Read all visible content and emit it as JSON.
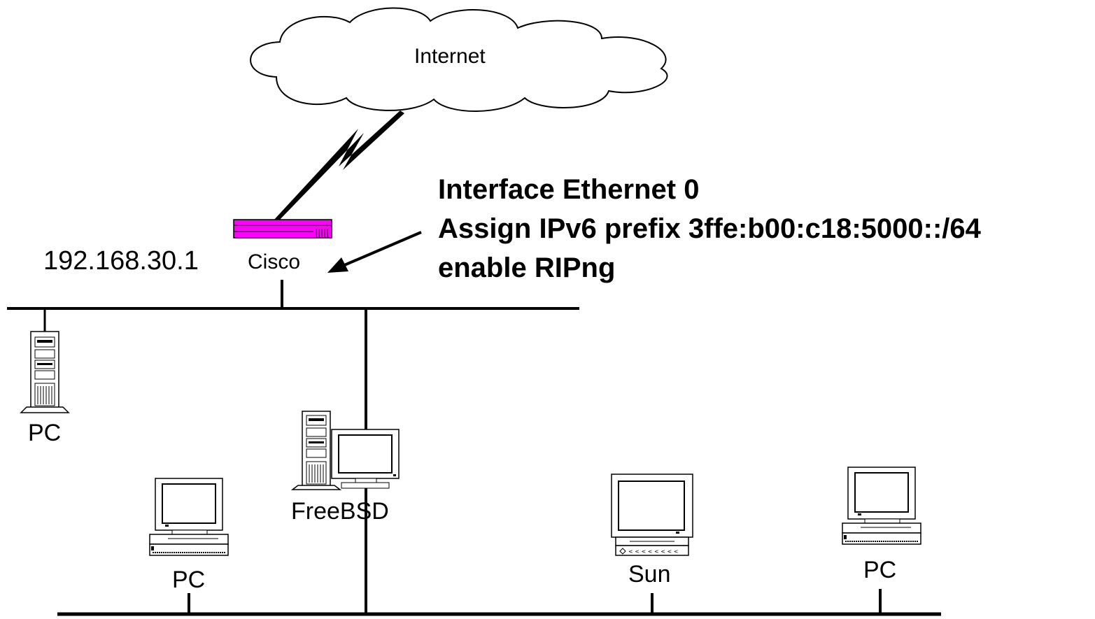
{
  "cloud": {
    "label": "Internet"
  },
  "router": {
    "name": "Cisco",
    "ip": "192.168.30.1",
    "color": "#ff00ff"
  },
  "annotation": {
    "lines": [
      "Interface Ethernet 0",
      "Assign IPv6 prefix 3ffe:b00:c18:5000::/64",
      "enable RIPng"
    ]
  },
  "hosts": {
    "pc_tower": {
      "label": "PC"
    },
    "freebsd": {
      "label": "FreeBSD"
    },
    "pc_left": {
      "label": "PC"
    },
    "sun": {
      "label": "Sun"
    },
    "pc_right": {
      "label": "PC"
    }
  }
}
